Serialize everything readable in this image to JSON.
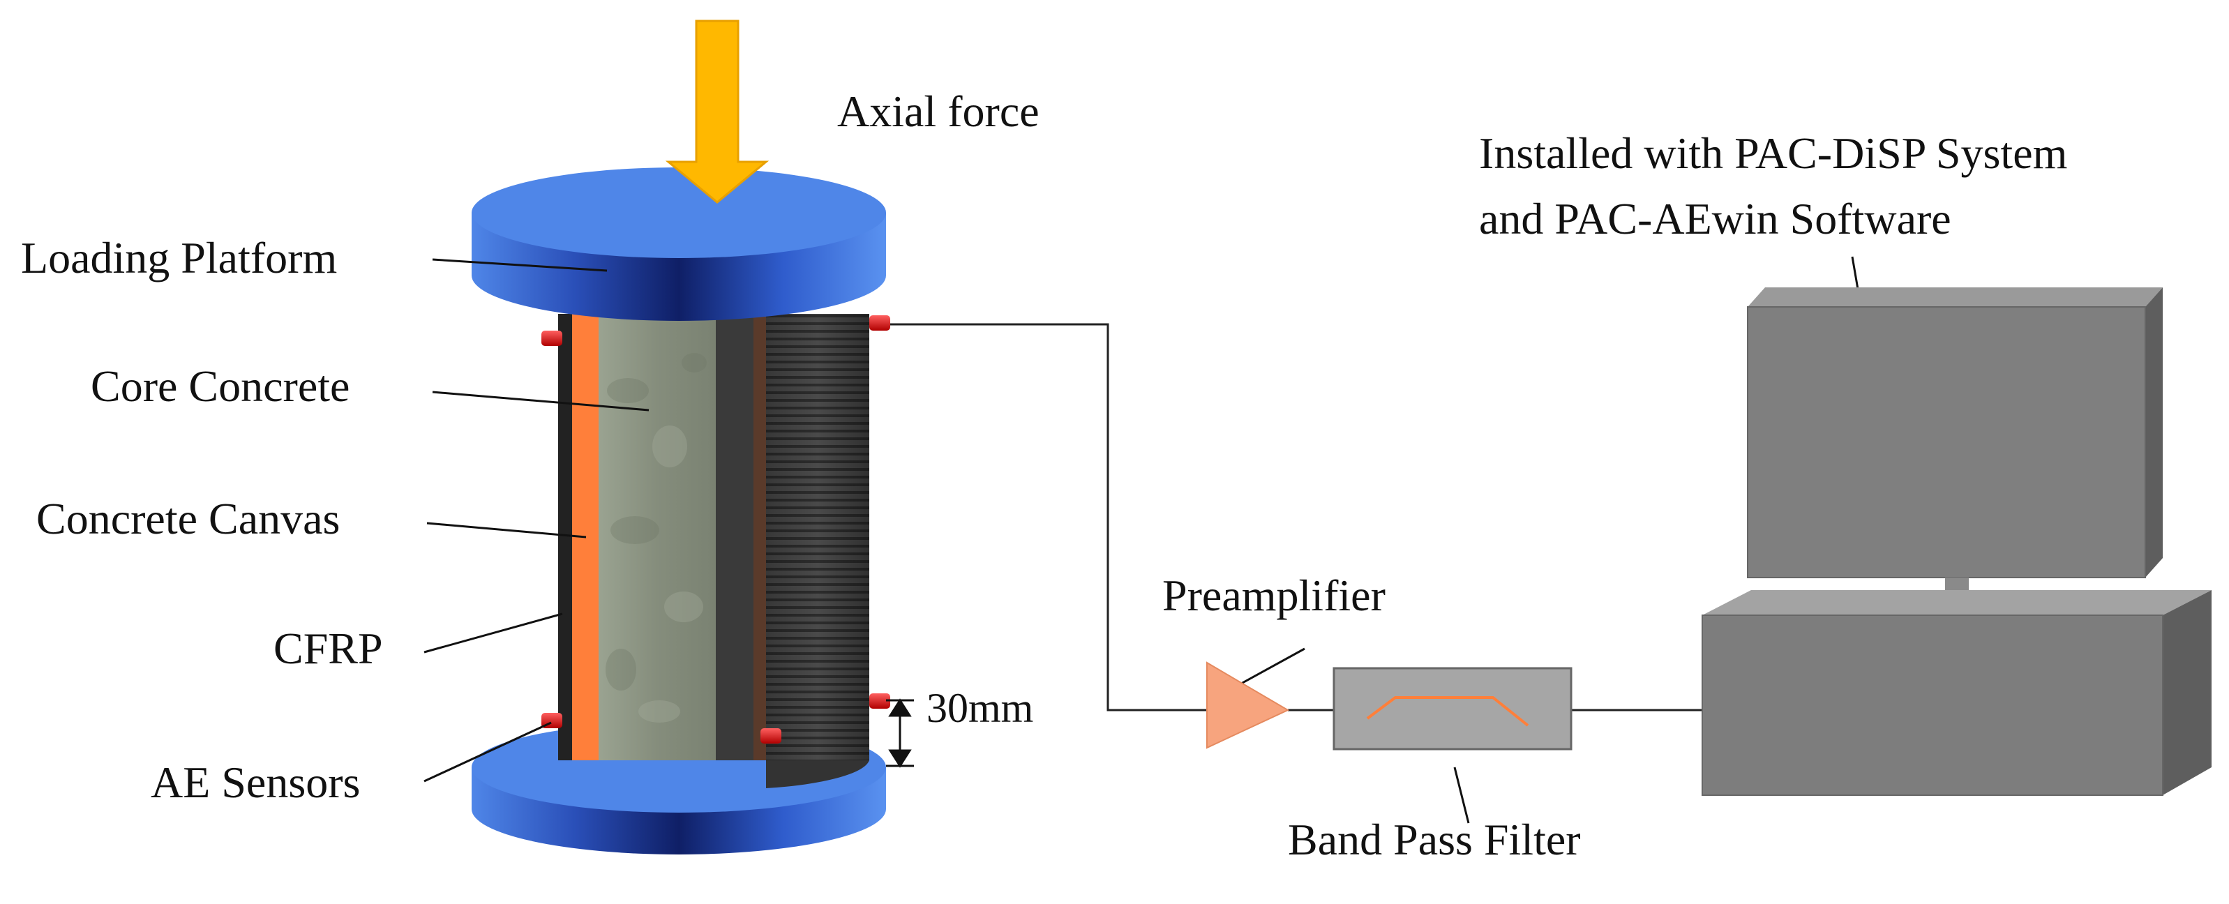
{
  "labels": {
    "axial_force": "Axial force",
    "loading_platform": "Loading Platform",
    "core_concrete": "Core Concrete",
    "concrete_canvas": "Concrete Canvas",
    "cfrp": "CFRP",
    "ae_sensors": "AE Sensors",
    "distance": "30mm",
    "preamplifier": "Preamplifier",
    "band_pass_filter": "Band Pass Filter",
    "computer_line1": "Installed with PAC-DiSP System",
    "computer_line2": "and PAC-AEwin Software"
  },
  "colors": {
    "platform_blue": "#4f86e8",
    "platform_dark": "#1f3a8a",
    "arrow_yellow": "#ffb800",
    "canvas_orange": "#ff7f3a",
    "concrete_grey": "#8c9484",
    "cfrp_dark": "#3a3a3a",
    "sensor_red": "#e01010",
    "preamp_salmon": "#f7a47e",
    "filter_grey": "#a6a6a6",
    "computer_grey": "#7f7f7f"
  }
}
